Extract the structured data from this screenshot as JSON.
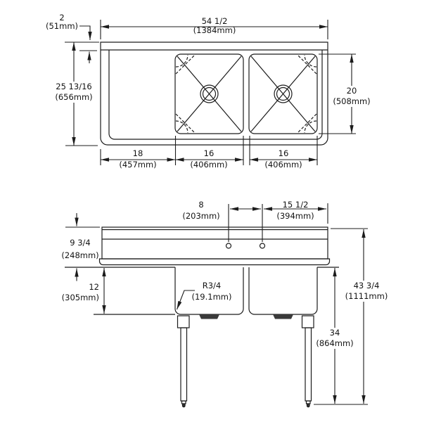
{
  "colors": {
    "line": "#1c1c1c",
    "background": "#ffffff"
  },
  "plan": {
    "dims": {
      "backsplash_depth": {
        "in": "2",
        "mm": "(51mm)"
      },
      "overall_length": {
        "in": "54 1/2",
        "mm": "(1384mm)"
      },
      "overall_depth": {
        "in": "25 13/16",
        "mm": "(656mm)"
      },
      "bowl_front_to_back": {
        "in": "20",
        "mm": "(508mm)"
      },
      "drainboard_length": {
        "in": "18",
        "mm": "(457mm)"
      },
      "bowl1_length": {
        "in": "16",
        "mm": "(406mm)"
      },
      "bowl2_length": {
        "in": "16",
        "mm": "(406mm)"
      }
    }
  },
  "front": {
    "dims": {
      "faucet_spacing": {
        "in": "8",
        "mm": "(203mm)"
      },
      "faucet_to_edge": {
        "in": "15 1/2",
        "mm": "(394mm)"
      },
      "rim_height": {
        "in": "9 3/4",
        "mm": "(248mm)"
      },
      "bowl_depth": {
        "in": "12",
        "mm": "(305mm)"
      },
      "corner_radius": {
        "in": "R3/4",
        "mm": "(19.1mm)"
      },
      "overall_height": {
        "in": "43 3/4",
        "mm": "(1111mm)"
      },
      "underside_to_floor": {
        "in": "34",
        "mm": "(864mm)"
      }
    }
  }
}
